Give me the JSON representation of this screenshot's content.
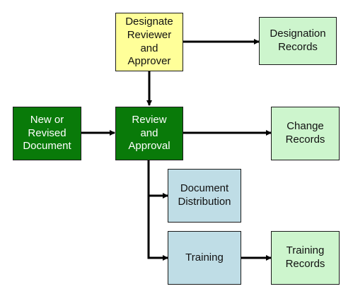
{
  "colors": {
    "darkgreen": "#097a09",
    "lightgreen": "#cdf5cd",
    "lightyellow": "#ffff99",
    "lightblue": "#bfdde6",
    "arrow": "#000000"
  },
  "nodes": {
    "designate": {
      "label": "Designate\nReviewer\nand\nApprover",
      "color": "lightyellow"
    },
    "designation_records": {
      "label": "Designation\nRecords",
      "color": "lightgreen"
    },
    "new_doc": {
      "label": "New or\nRevised\nDocument",
      "color": "darkgreen"
    },
    "review": {
      "label": "Review\nand\nApproval",
      "color": "darkgreen"
    },
    "change_records": {
      "label": "Change\nRecords",
      "color": "lightgreen"
    },
    "doc_distribution": {
      "label": "Document\nDistribution",
      "color": "lightblue"
    },
    "training": {
      "label": "Training",
      "color": "lightblue"
    },
    "training_records": {
      "label": "Training\nRecords",
      "color": "lightgreen"
    }
  },
  "edges": [
    {
      "from": "designate",
      "to": "designation_records"
    },
    {
      "from": "designate",
      "to": "review"
    },
    {
      "from": "new_doc",
      "to": "review"
    },
    {
      "from": "review",
      "to": "change_records"
    },
    {
      "from": "review",
      "to": "doc_distribution"
    },
    {
      "from": "review",
      "to": "training"
    },
    {
      "from": "training",
      "to": "training_records"
    }
  ]
}
